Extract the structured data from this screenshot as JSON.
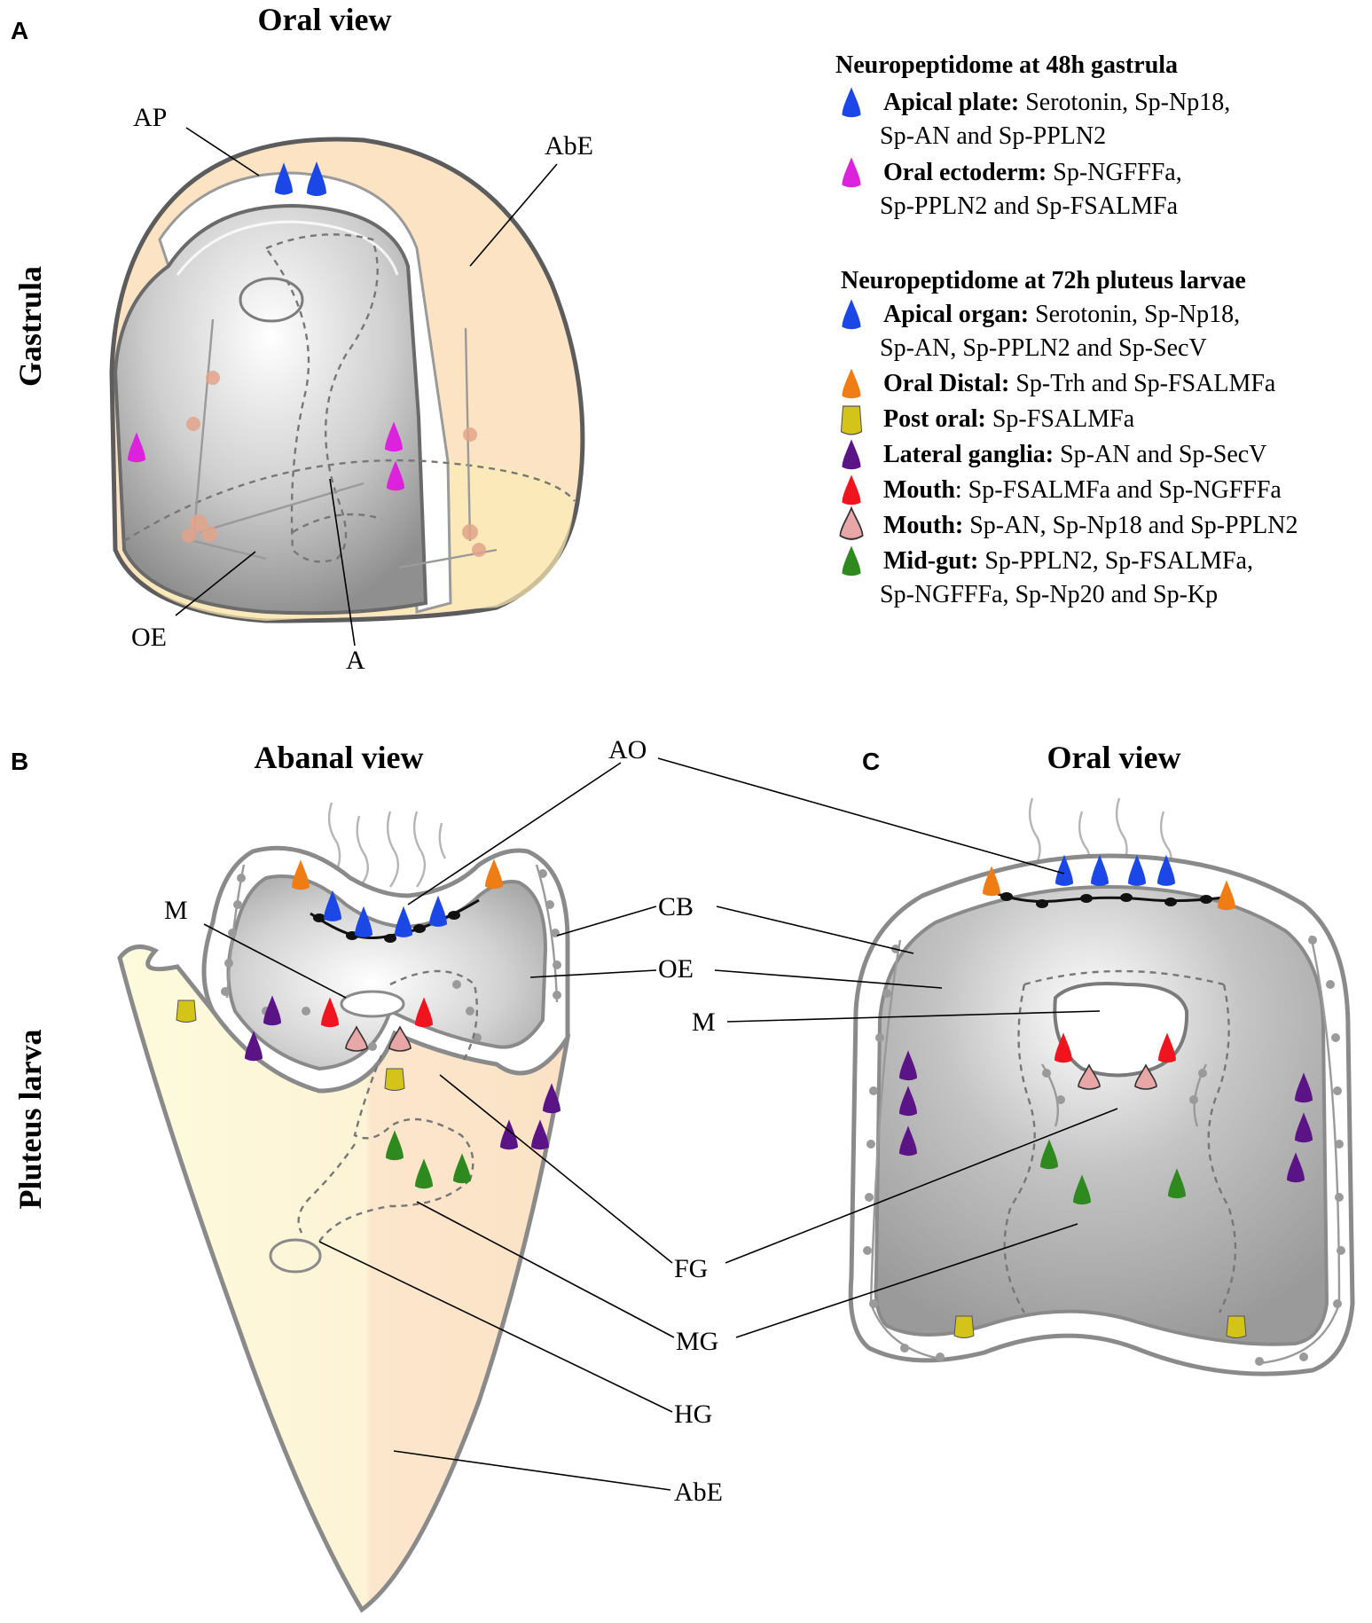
{
  "colors": {
    "apical": "#1a47e6",
    "oral_ectoderm": "#dd22dd",
    "oral_distal": "#f07d14",
    "post_oral": "#d4c318",
    "lateral_ganglia": "#5a1485",
    "mouth_red": "#f0141e",
    "mouth_pink": "#e8a6a6",
    "midgut": "#2e8a1e",
    "abe_fill": "#fce3c4",
    "gray_body": "#a9a9a9"
  },
  "panel_a": {
    "letter": "A",
    "title": "Oral view",
    "side_label": "Gastrula",
    "labels": {
      "ap": "AP",
      "abe": "AbE",
      "oe": "OE",
      "a": "A"
    }
  },
  "panel_b": {
    "letter": "B",
    "title": "Abanal view",
    "side_label": "Pluteus larva",
    "labels": {
      "m": "M"
    }
  },
  "panel_c": {
    "letter": "C",
    "title": "Oral view"
  },
  "shared_labels": {
    "ao": "AO",
    "cb": "CB",
    "oe": "OE",
    "m": "M",
    "fg": "FG",
    "mg": "MG",
    "hg": "HG",
    "abe": "AbE"
  },
  "legend": {
    "gastrula": {
      "heading": "Neuropeptidome at 48h gastrula",
      "entries": [
        {
          "icon": "apical-neuron-icon",
          "color": "#1a47e6",
          "name": "Apical plate:",
          "line1": "Serotonin, Sp-Np18,",
          "line2": "Sp-AN and Sp-PPLN2"
        },
        {
          "icon": "oral-ectoderm-neuron-icon",
          "color": "#dd22dd",
          "name": "Oral ectoderm:",
          "line1": "Sp-NGFFFa,",
          "line2": "Sp-PPLN2 and Sp-FSALMFa"
        }
      ]
    },
    "pluteus": {
      "heading": "Neuropeptidome at 72h pluteus larvae",
      "entries": [
        {
          "icon": "apical-organ-neuron-icon",
          "color": "#1a47e6",
          "name": "Apical organ:",
          "line1": "Serotonin, Sp-Np18,",
          "line2": "Sp-AN, Sp-PPLN2 and Sp-SecV"
        },
        {
          "icon": "oral-distal-neuron-icon",
          "color": "#f07d14",
          "name": "Oral Distal:",
          "line1": "Sp-Trh and Sp-FSALMFa",
          "line2": ""
        },
        {
          "icon": "post-oral-neuron-icon",
          "color": "#d4c318",
          "name": "Post oral:",
          "line1": "Sp-FSALMFa",
          "line2": ""
        },
        {
          "icon": "lateral-ganglia-neuron-icon",
          "color": "#5a1485",
          "name": "Lateral ganglia:",
          "line1": "Sp-AN and Sp-SecV",
          "line2": ""
        },
        {
          "icon": "mouth-red-neuron-icon",
          "color": "#f0141e",
          "name": "Mouth",
          "line1": ": Sp-FSALMFa and Sp-NGFFFa",
          "line2": ""
        },
        {
          "icon": "mouth-pink-neuron-icon",
          "color": "#e8a6a6",
          "name": "Mouth:",
          "line1": "Sp-AN, Sp-Np18 and Sp-PPLN2",
          "line2": ""
        },
        {
          "icon": "midgut-neuron-icon",
          "color": "#2e8a1e",
          "name": "Mid-gut:",
          "line1": "Sp-PPLN2, Sp-FSALMFa,",
          "line2": "Sp-NGFFFa, Sp-Np20 and Sp-Kp"
        }
      ]
    }
  }
}
